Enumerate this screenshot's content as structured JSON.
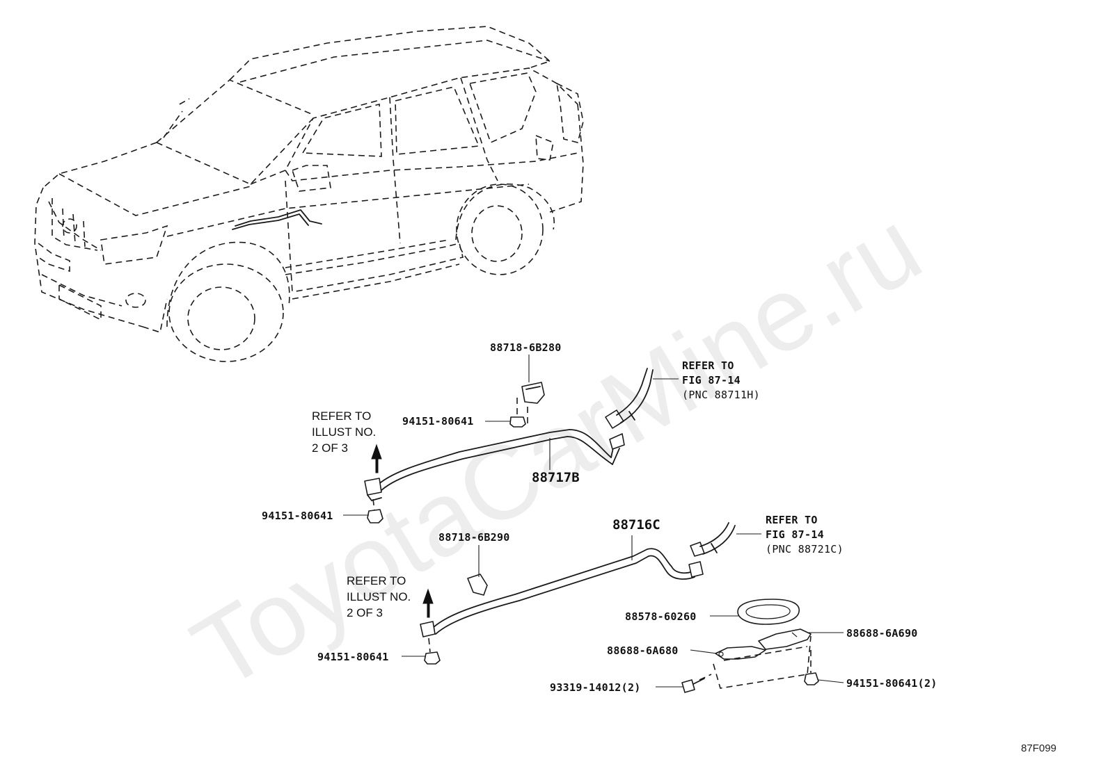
{
  "watermark": "ToyotaCarMine.ru",
  "figure_code": "87F099",
  "labels": {
    "p_88718_6B280": "88718-6B280",
    "p_94151_top": "94151-80641",
    "p_88717B": "88717B",
    "p_94151_mid": "94151-80641",
    "p_88716C": "88716C",
    "p_88718_6B290": "88718-6B290",
    "p_94151_low": "94151-80641",
    "p_88578_60260": "88578-60260",
    "p_88688_6A690": "88688-6A690",
    "p_88688_6A680": "88688-6A680",
    "p_93319_14012": "93319-14012(2)",
    "p_94151_2": "94151-80641(2)"
  },
  "refs": {
    "refer_fig_upper": [
      "REFER TO",
      "FIG 87-14",
      "(PNC 88711H)"
    ],
    "refer_fig_lower": [
      "REFER TO",
      "FIG 87-14",
      "(PNC 88721C)"
    ],
    "refer_illust_upper": [
      "REFER TO",
      "ILLUST NO.",
      "2 OF 3"
    ],
    "refer_illust_lower": [
      "REFER TO",
      "ILLUST NO.",
      "2 OF 3"
    ]
  }
}
